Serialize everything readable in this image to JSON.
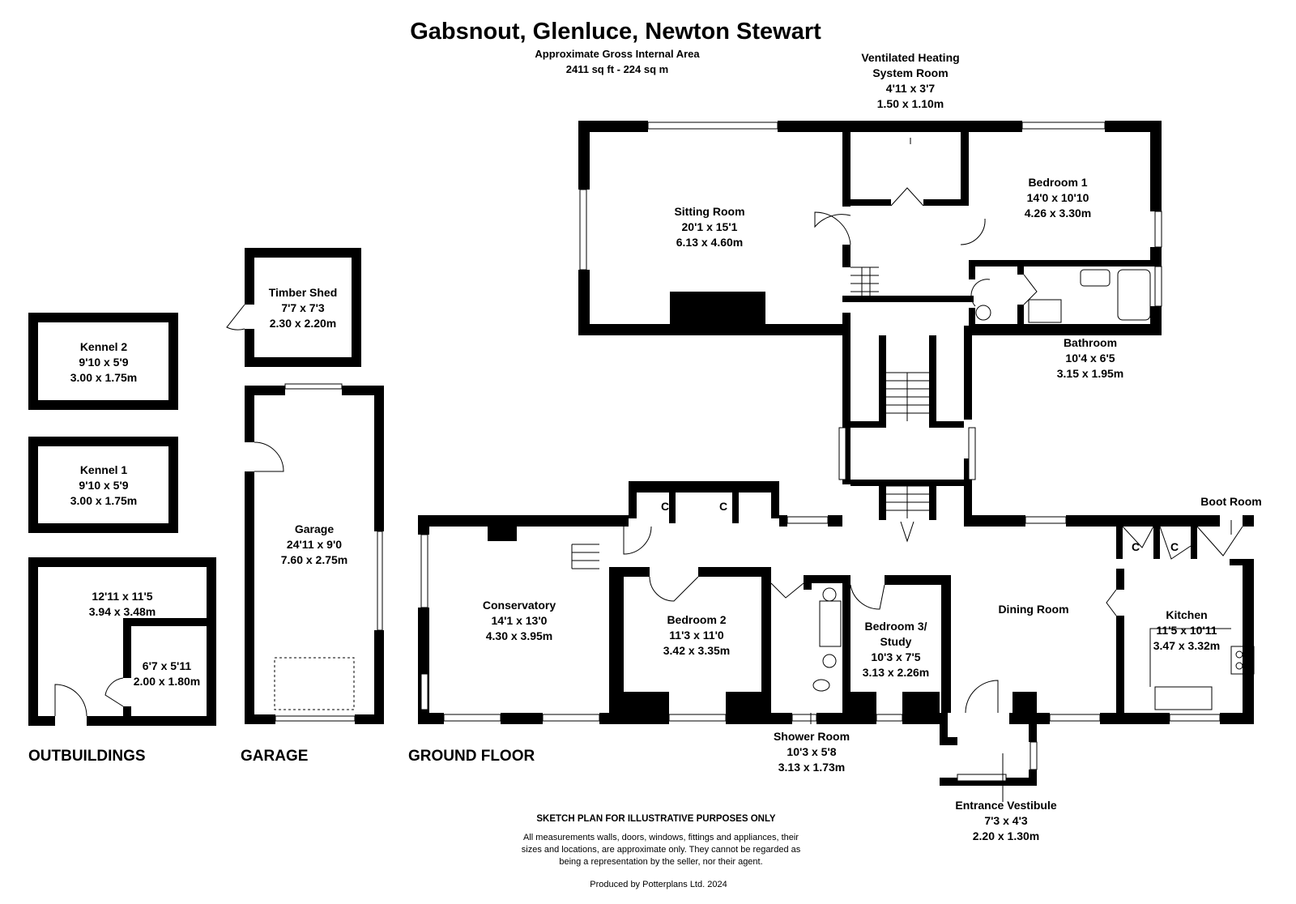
{
  "header": {
    "title": "Gabsnout, Glenluce, Newton Stewart",
    "subtitle": "Approximate Gross Internal Area",
    "area": "2411 sq ft - 224 sq m"
  },
  "sections": {
    "outbuildings": "OUTBUILDINGS",
    "garage": "GARAGE",
    "ground_floor": "GROUND FLOOR"
  },
  "rooms": {
    "kennel2": {
      "name": "Kennel 2",
      "imperial": "9'10 x 5'9",
      "metric": "3.00 x 1.75m"
    },
    "kennel1": {
      "name": "Kennel 1",
      "imperial": "9'10 x 5'9",
      "metric": "3.00 x 1.75m"
    },
    "outbuilding_large": {
      "imperial": "12'11 x 11'5",
      "metric": "3.94 x 3.48m"
    },
    "outbuilding_small": {
      "imperial": "6'7 x 5'11",
      "metric": "2.00 x 1.80m"
    },
    "timber_shed": {
      "name": "Timber Shed",
      "imperial": "7'7 x 7'3",
      "metric": "2.30 x 2.20m"
    },
    "garage": {
      "name": "Garage",
      "imperial": "24'11 x 9'0",
      "metric": "7.60 x 2.75m"
    },
    "sitting_room": {
      "name": "Sitting Room",
      "imperial": "20'1 x 15'1",
      "metric": "6.13 x 4.60m"
    },
    "heating_room": {
      "name_line1": "Ventilated Heating",
      "name_line2": "System Room",
      "imperial": "4'11 x 3'7",
      "metric": "1.50 x 1.10m"
    },
    "bedroom1": {
      "name": "Bedroom 1",
      "imperial": "14'0 x 10'10",
      "metric": "4.26 x 3.30m"
    },
    "bathroom": {
      "name": "Bathroom",
      "imperial": "10'4 x 6'5",
      "metric": "3.15 x 1.95m"
    },
    "conservatory": {
      "name": "Conservatory",
      "imperial": "14'1 x 13'0",
      "metric": "4.30 x 3.95m"
    },
    "bedroom2": {
      "name": "Bedroom 2",
      "imperial": "11'3 x 11'0",
      "metric": "3.42 x 3.35m"
    },
    "shower_room": {
      "name": "Shower Room",
      "imperial": "10'3 x 5'8",
      "metric": "3.13 x 1.73m"
    },
    "bedroom3": {
      "name_line1": "Bedroom 3/",
      "name_line2": "Study",
      "imperial": "10'3 x 7'5",
      "metric": "3.13 x 2.26m"
    },
    "dining_room": {
      "name": "Dining Room"
    },
    "kitchen": {
      "name": "Kitchen",
      "imperial": "11'5 x 10'11",
      "metric": "3.47 x 3.32m"
    },
    "boot_room": {
      "name": "Boot Room"
    },
    "entrance": {
      "name": "Entrance Vestibule",
      "imperial": "7'3 x 4'3",
      "metric": "2.20 x 1.30m"
    }
  },
  "cupboard_label": "C",
  "footer": {
    "heading": "SKETCH PLAN FOR ILLUSTRATIVE PURPOSES ONLY",
    "disclaimer_line1": "All measurements walls, doors, windows, fittings and appliances, their",
    "disclaimer_line2": "sizes and locations, are approximate only. They cannot be regarded as",
    "disclaimer_line3": "being a representation by the seller, nor their agent.",
    "credit": "Produced by Potterplans Ltd. 2024"
  }
}
